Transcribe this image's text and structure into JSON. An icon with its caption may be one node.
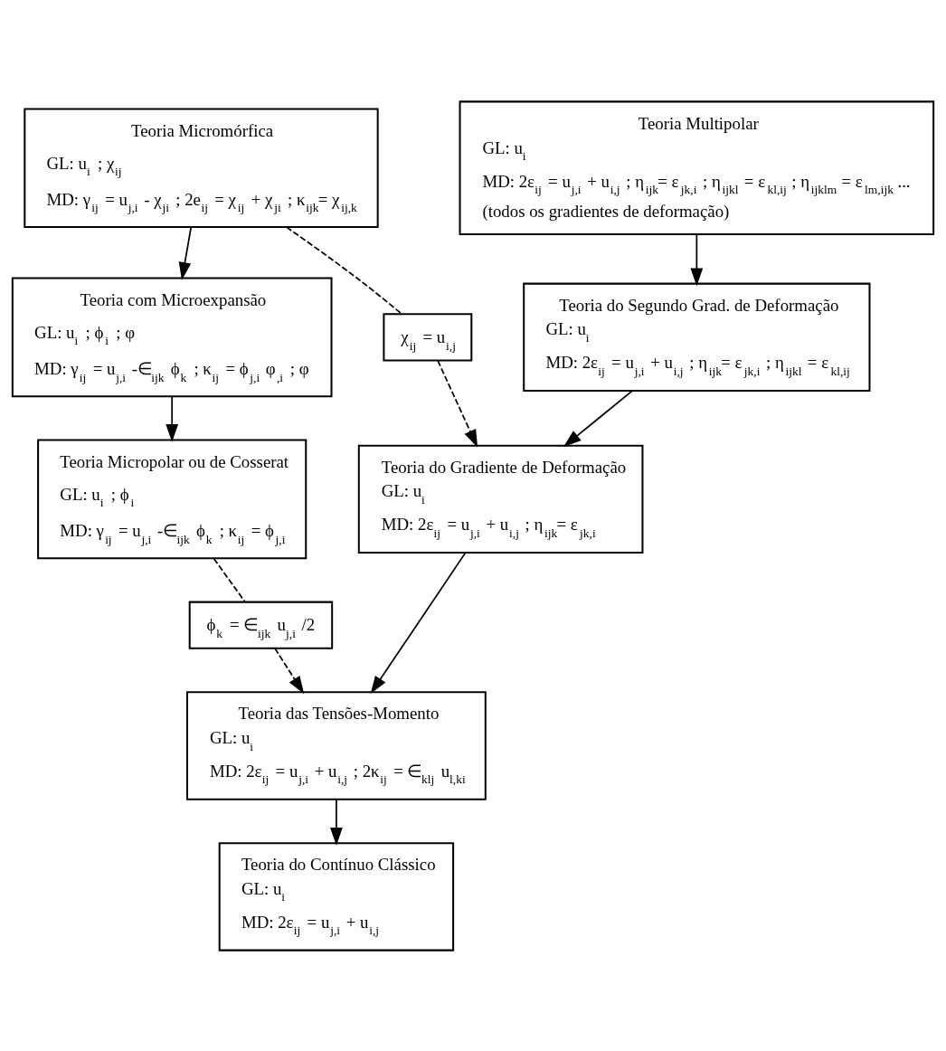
{
  "diagram": {
    "nodes": [
      {
        "text": [
          "Teoria Micromórfica",
          "GL: u$_{i}$ ; χ$_{ij}$",
          "MD: γ$_{ij}$ = u$_{j,i}$ - χ$_{ji}$ ; 2e$_{ij}$ = χ$_{ij}$ + χ$_{ji}$ ; κ$_{ijk}$= χ$_{ij,k}$"
        ]
      },
      {
        "text": [
          "Teoria Multipolar",
          "GL: u$_{i}$",
          "MD: 2ε$_{ij}$ = u$_{j,i}$ + u$_{i,j}$ ; η$_{ijk}$= ε$_{jk,i}$ ; η$_{ijkl}$ = ε$_{kl,ij}$ ; η$_{ijklm}$ = ε$_{lm,ijk}$ ...",
          "(todos os gradientes de deformação)"
        ]
      },
      {
        "text": [
          "Teoria com Microexpansão",
          "GL: u$_{i}$ ; ϕ$_{i}$ ; φ",
          "MD: γ$_{ij}$ = u$_{j,i}$ -∈$_{ijk}$ ϕ$_{k}$ ; κ$_{ij}$ = ϕ$_{j,i}$ φ$_{,i}$ ; φ"
        ]
      },
      {
        "text": [
          "Teoria do Segundo Grad. de Deformação",
          "GL: u$_{i}$",
          "MD: 2ε$_{ij}$ = u$_{j,i}$ + u$_{i,j}$ ; η$_{ijk}$= ε$_{jk,i}$ ; η$_{ijkl}$ = ε$_{kl,ij}$"
        ]
      },
      {
        "text": [
          "Teoria Micropolar ou de Cosserat",
          "GL: u$_{i}$ ; ϕ$_{i}$",
          "MD: γ$_{ij}$ = u$_{j,i}$ -∈$_{ijk}$ ϕ$_{k}$ ; κ$_{ij}$ = ϕ$_{j,i}$"
        ]
      },
      {
        "text": [
          "χ$_{ij}$ = u$_{i,j}$"
        ]
      },
      {
        "text": [
          "Teoria do Gradiente de Deformação",
          "GL: u$_{i}$",
          "MD: 2ε$_{ij}$ = u$_{j,i}$ + u$_{i,j}$ ; η$_{ijk}$= ε$_{jk,i}$"
        ]
      },
      {
        "text": [
          "ϕ$_{k}$ = ∈$_{ijk}$ u$_{j,i}$ /2"
        ]
      },
      {
        "text": [
          "Teoria das Tensões-Momento",
          "GL: u$_{i}$",
          "MD: 2ε$_{ij}$ = u$_{j,i}$ + u$_{i,j}$ ; 2κ$_{ij}$ = ∈$_{klj}$ u$_{l,ki}$"
        ]
      },
      {
        "text": [
          "Teoria do Contínuo Clássico",
          "GL: u$_{i}$",
          "MD: 2ε$_{ij}$ = u$_{j,i}$ + u$_{i,j}$"
        ]
      }
    ],
    "edges": [
      {
        "from": 0,
        "to": 2,
        "arrow": "to"
      },
      {
        "from": 2,
        "to": 4,
        "arrow": "to"
      },
      {
        "from": 1,
        "to": 3,
        "arrow": "to"
      },
      {
        "from": 0,
        "to": 5,
        "arrow": "none",
        "style": "dashed"
      },
      {
        "from": 5,
        "to": 6,
        "arrow": "to",
        "style": "dashed"
      },
      {
        "from": 3,
        "to": 6,
        "arrow": "to"
      },
      {
        "from": 4,
        "to": 7,
        "arrow": "none",
        "style": "dashed"
      },
      {
        "from": 7,
        "to": 8,
        "arrow": "to",
        "style": "dashed"
      },
      {
        "from": 6,
        "to": 8,
        "arrow": "to"
      },
      {
        "from": 8,
        "to": 9,
        "arrow": "to"
      }
    ]
  }
}
